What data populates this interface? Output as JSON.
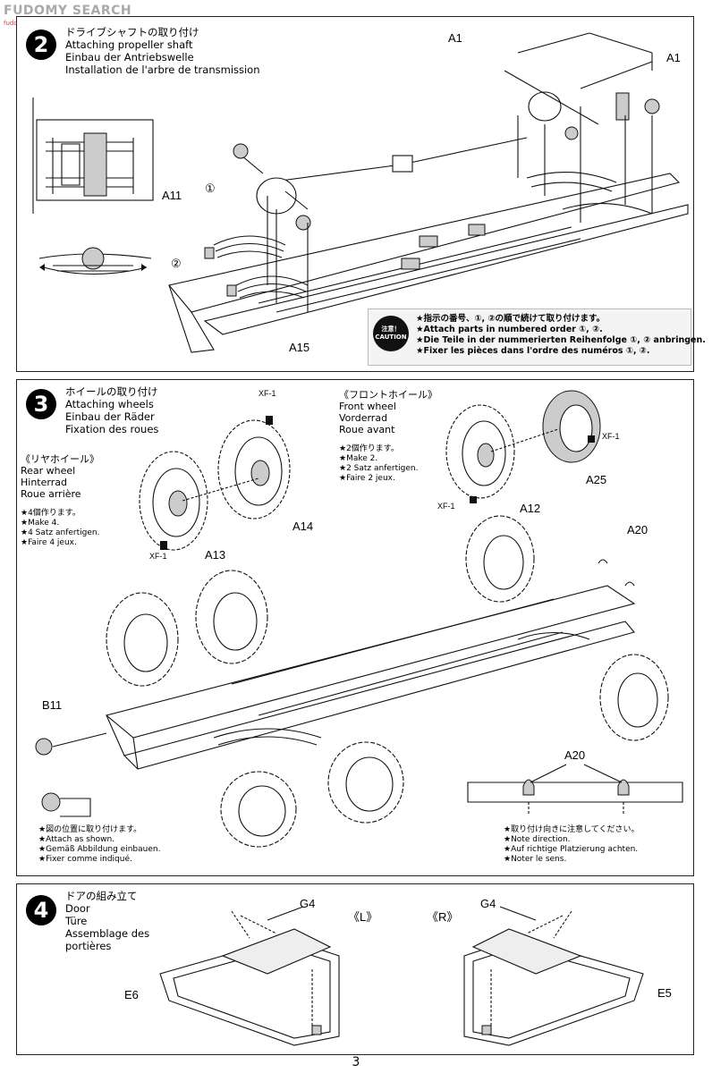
{
  "watermark": {
    "text": "FUDOMY SEARCH",
    "sub": "fudomy.com"
  },
  "step2": {
    "number": "2",
    "title_ja": "ドライブシャフトの取り付け",
    "title_en": "Attaching propeller shaft",
    "title_de": "Einbau der Antriebswelle",
    "title_fr": "Installation de l'arbre de transmission",
    "labels": {
      "a1_left": "A1",
      "a1_right": "A1",
      "a11": "A11",
      "a15": "A15",
      "order1": "①",
      "order2": "②"
    },
    "caution": {
      "badge_ja": "注意！",
      "badge_en": "CAUTION",
      "lines": [
        "★指示の番号、①, ②の順で続けて取り付けます。",
        "★Attach parts in numbered order ①, ②.",
        "★Die Teile in der nummerierten Reihenfolge ①, ② anbringen.",
        "★Fixer les pièces dans l'ordre des numéros ①, ②."
      ]
    }
  },
  "step3": {
    "number": "3",
    "title_ja": "ホイールの取り付け",
    "title_en": "Attaching wheels",
    "title_de": "Einbau der Räder",
    "title_fr": "Fixation des roues",
    "rear": {
      "heading_ja": "《リヤホイール》",
      "heading_en": "Rear wheel",
      "heading_de": "Hinterrad",
      "heading_fr": "Roue arrière",
      "notes": [
        "★4個作ります。",
        "★Make 4.",
        "★4 Satz anfertigen.",
        "★Faire 4 jeux."
      ]
    },
    "front": {
      "heading_ja": "《フロントホイール》",
      "heading_en": "Front wheel",
      "heading_de": "Vorderrad",
      "heading_fr": "Roue avant",
      "notes": [
        "★2個作ります。",
        "★Make 2.",
        "★2 Satz anfertigen.",
        "★Faire 2 jeux."
      ]
    },
    "labels": {
      "xf1_a": "XF-1",
      "xf1_b": "XF-1",
      "xf1_c": "XF-1",
      "xf1_d": "XF-1",
      "a12": "A12",
      "a13": "A13",
      "a14": "A14",
      "a25": "A25",
      "a20_top": "A20",
      "a20_detail": "A20",
      "b11": "B11"
    },
    "attach_notes": [
      "★図の位置に取り付けます。",
      "★Attach as shown.",
      "★Gemäß Abbildung einbauen.",
      "★Fixer comme indiqué."
    ],
    "direction_notes": [
      "★取り付け向きに注意してください。",
      "★Note direction.",
      "★Auf richtige Platzierung achten.",
      "★Noter le sens."
    ]
  },
  "step4": {
    "number": "4",
    "title_ja": "ドアの組み立て",
    "title_en": "Door",
    "title_de": "Türe",
    "title_fr1": "Assemblage des",
    "title_fr2": "portières",
    "labels": {
      "left": "《L》",
      "right": "《R》",
      "g4_left": "G4",
      "g4_right": "G4",
      "e6": "E6",
      "e5": "E5"
    }
  },
  "page_number": "3"
}
